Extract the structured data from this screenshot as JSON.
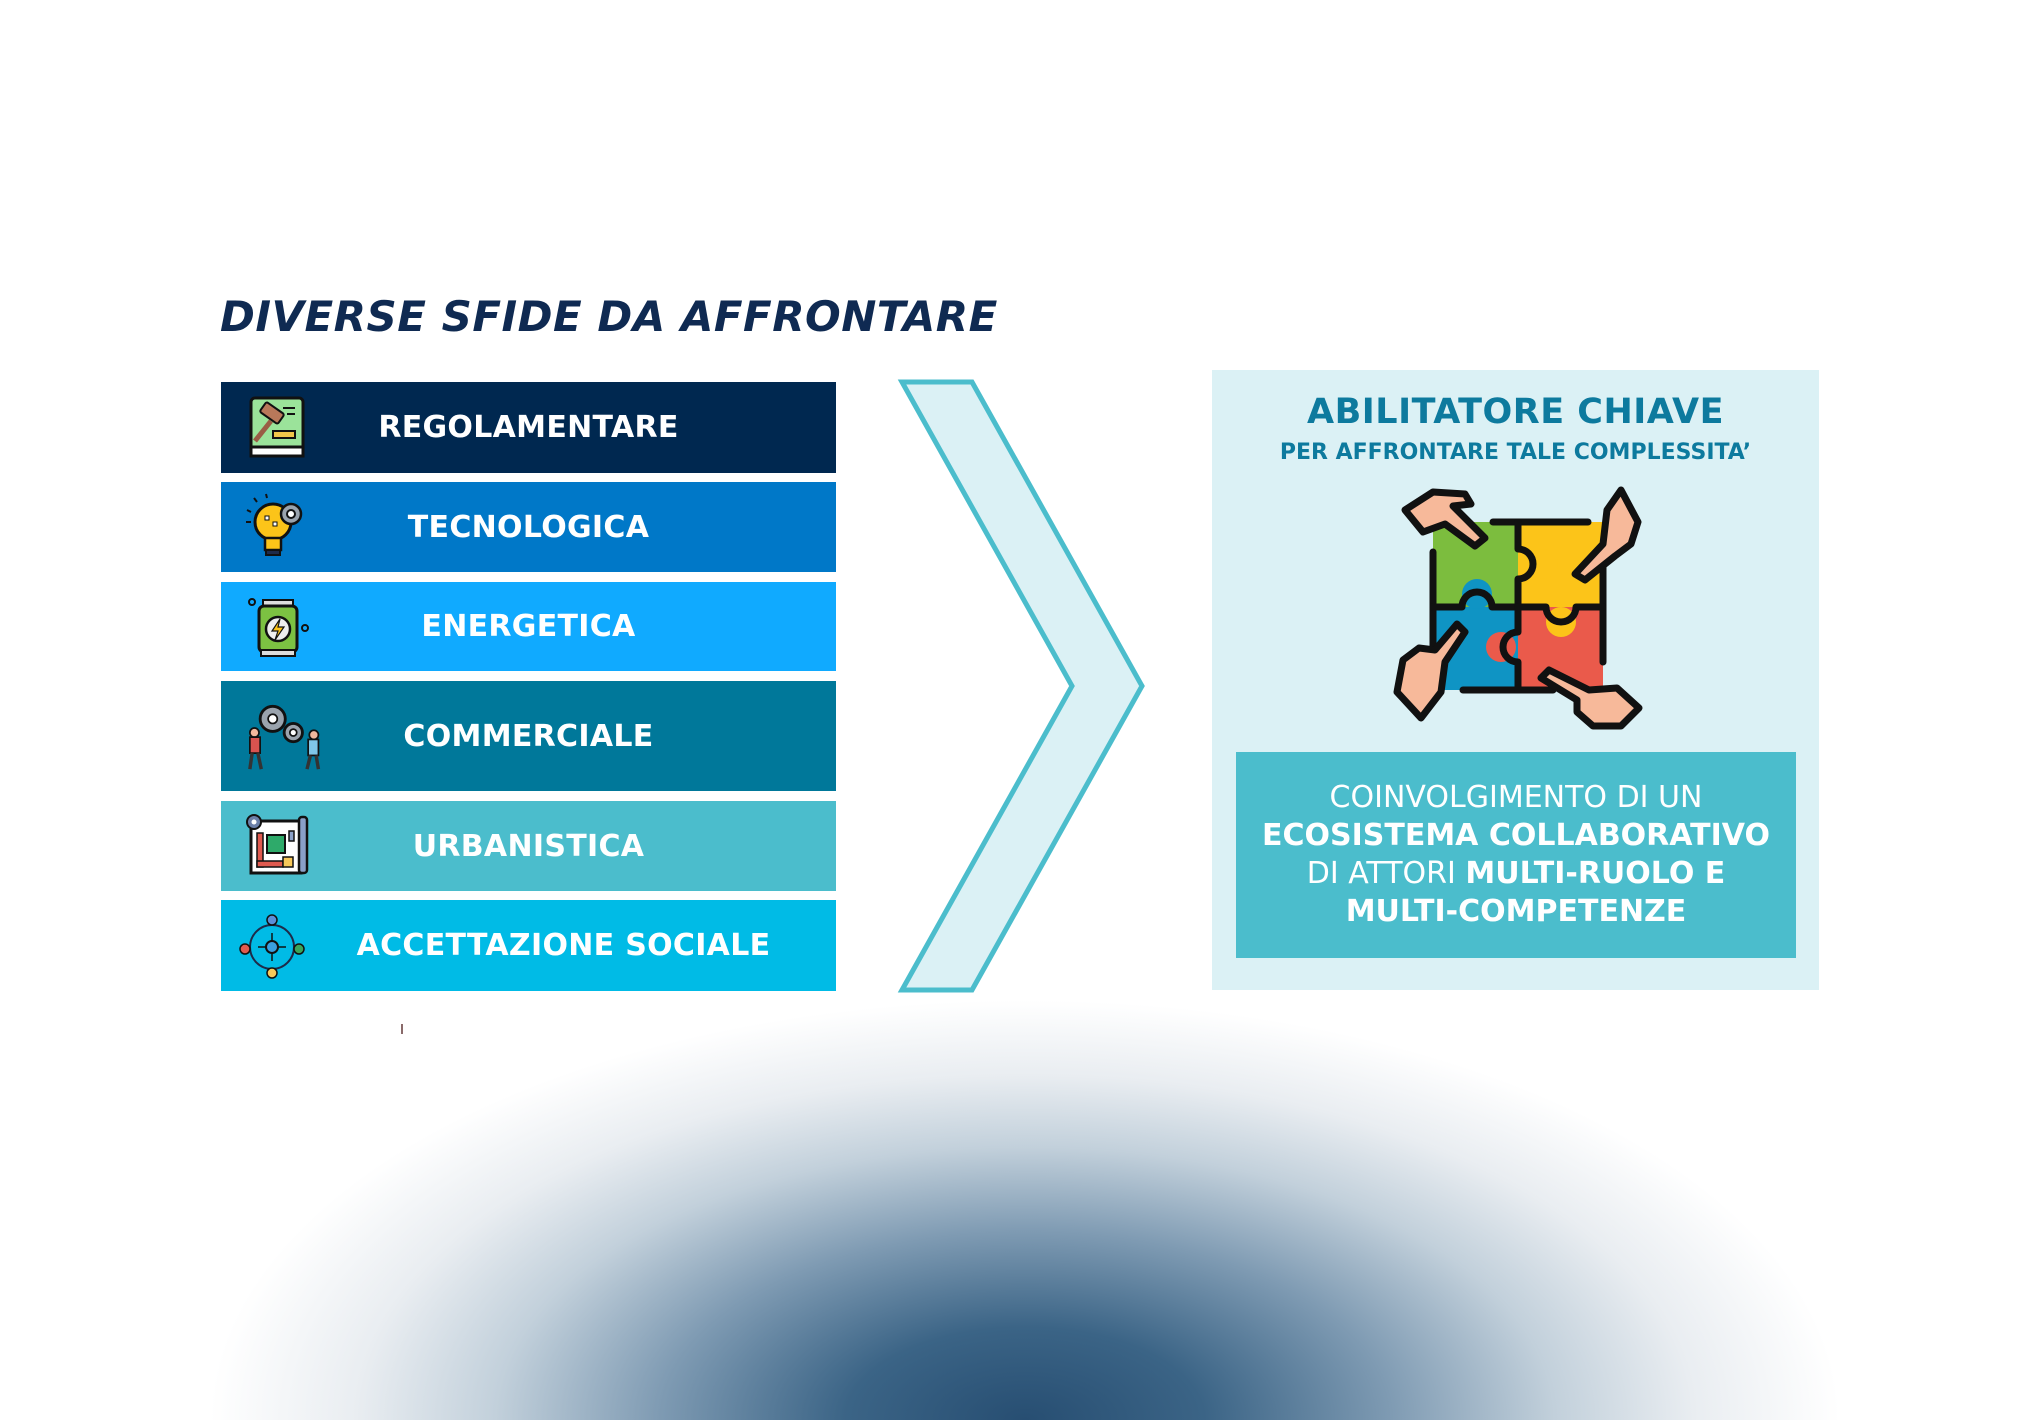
{
  "heading": "DIVERSE SFIDE DA AFFRONTARE",
  "challenges": [
    {
      "label": "REGOLAMENTARE",
      "icon": "law-book-gavel-icon",
      "color": "#002850"
    },
    {
      "label": "TECNOLOGICA",
      "icon": "lightbulb-gear-icon",
      "color": "#0078C8"
    },
    {
      "label": "ENERGETICA",
      "icon": "battery-energy-icon",
      "color": "#10AAFF"
    },
    {
      "label": "COMMERCIALE",
      "icon": "people-gears-icon",
      "color": "#00789A"
    },
    {
      "label": "URBANISTICA",
      "icon": "urban-blueprint-icon",
      "color": "#4BBDCC"
    },
    {
      "label": "ACCETTAZIONE SOCIALE",
      "icon": "social-network-icon",
      "color": "#00BBE6"
    }
  ],
  "arrow": {
    "icon": "chevron-right-icon",
    "fill": "#DBF1F5",
    "stroke": "#4BBDCC"
  },
  "enabler": {
    "title": "ABILITATORE CHIAVE",
    "subtitle": "PER AFFRONTARE TALE COMPLESSITA’",
    "icon": "puzzle-hands-icon",
    "box": {
      "line1": "COINVOLGIMENTO DI UN",
      "line2": "ECOSISTEMA COLLABORATIVO",
      "line3_light": "DI ATTORI ",
      "line3_bold": "MULTI-RUOLO E",
      "line4": "MULTI-COMPETENZE"
    }
  },
  "colors": {
    "heading": "#0F2A52",
    "panel_bg": "#DBF1F5",
    "panel_text": "#0D7A9E",
    "box_bg": "#4BBDCC"
  }
}
